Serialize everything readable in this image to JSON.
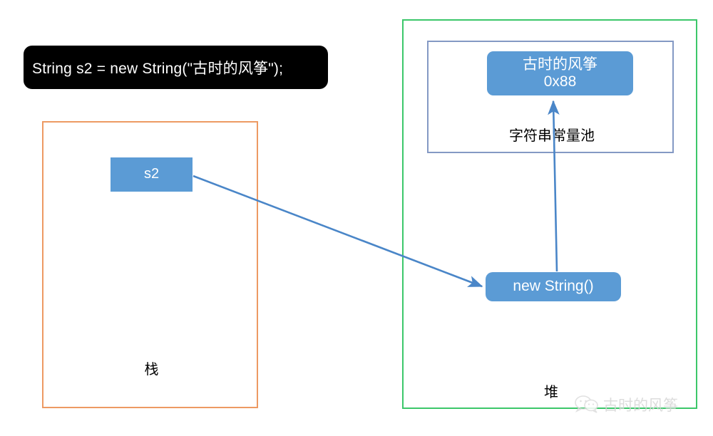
{
  "diagram": {
    "title": "String s2 = new String(\"古时的风筝\") memory layout",
    "code_callout": {
      "text": "String s2 = new String(\"古时的风筝\");",
      "background": "#000000",
      "text_color": "#ffffff"
    },
    "regions": [
      {
        "id": "stack",
        "label": "栈",
        "border_color": "#ED9A63"
      },
      {
        "id": "heap",
        "label": "堆",
        "border_color": "#3CC76A"
      },
      {
        "id": "string_pool",
        "label": "字符串常量池",
        "border_color": "#8499C4"
      }
    ],
    "nodes": [
      {
        "id": "pool_string",
        "line1": "古时的风筝",
        "line2": "0x88",
        "fill": "#5B9BD5",
        "text_color": "#ffffff",
        "region": "string_pool"
      },
      {
        "id": "s2_variable",
        "label": "s2",
        "fill": "#5B9BD5",
        "text_color": "#ffffff",
        "region": "stack"
      },
      {
        "id": "new_string_object",
        "label": "new String()",
        "fill": "#5B9BD5",
        "text_color": "#ffffff",
        "region": "heap"
      }
    ],
    "arrows": [
      {
        "id": "s2-to-newstring",
        "from": "s2_variable",
        "to": "new_string_object",
        "color": "#4A86C8"
      },
      {
        "id": "newstring-to-poolstring",
        "from": "new_string_object",
        "to": "pool_string",
        "color": "#4A86C8"
      }
    ],
    "watermark": {
      "text": "古时的风筝",
      "icon": "wechat-icon",
      "color": "#D6D6D6"
    }
  }
}
